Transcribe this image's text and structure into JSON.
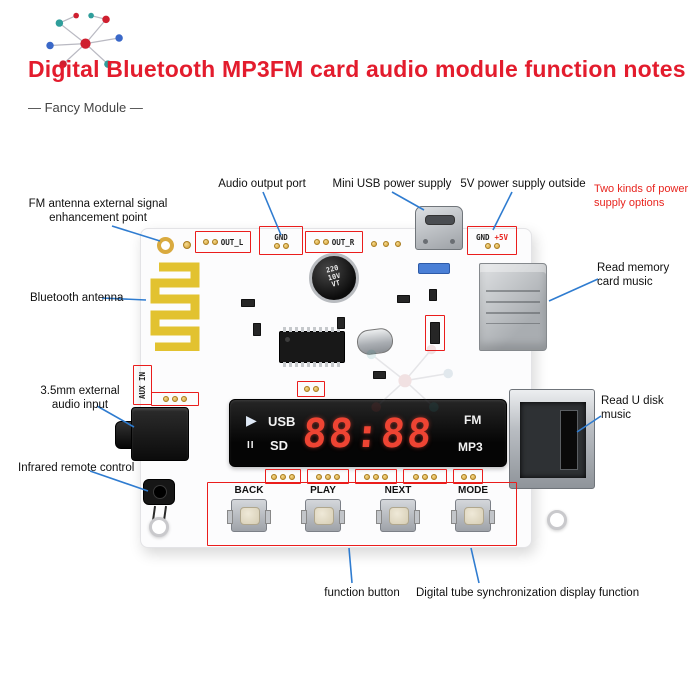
{
  "header": {
    "title": "Digital Bluetooth MP3FM card audio module function notes",
    "brand": "— Fancy Module —"
  },
  "annotations": {
    "fm_antenna": "FM antenna external signal enhancement point",
    "audio_output": "Audio output port",
    "mini_usb": "Mini USB power supply",
    "power_5v": "5V power supply outside",
    "power_options": "Two kinds of power supply options",
    "read_memory_card": "Read memory card music",
    "bluetooth_antenna": "Bluetooth antenna",
    "audio_input": "3.5mm external audio input",
    "infrared": "Infrared remote control",
    "read_u_disk": "Read U disk music",
    "function_button": "function button",
    "digital_tube": "Digital tube synchronization display function"
  },
  "board": {
    "silkscreen": {
      "out_l": "OUT_L",
      "gnd": "GND",
      "out_r": "OUT_R",
      "aux_in": "AUX IN",
      "gnd2": "GND",
      "plus5v": "+5V"
    },
    "capacitor": {
      "line1": "220",
      "line2": "10V",
      "line3": "VT"
    },
    "display": {
      "play_icon": "▶",
      "pause_icon": "II",
      "usb": "USB",
      "sd": "SD",
      "digits": "88:88",
      "fm": "FM",
      "mp3": "MP3"
    },
    "buttons": [
      "BACK",
      "PLAY",
      "NEXT",
      "MODE"
    ]
  },
  "colors": {
    "title_red": "#e31c2d",
    "annotation_blue": "#2f7cd0",
    "highlight_red": "#ea1d1c",
    "antenna_yellow": "#e2c230",
    "display_digit_red": "#ee4433"
  }
}
